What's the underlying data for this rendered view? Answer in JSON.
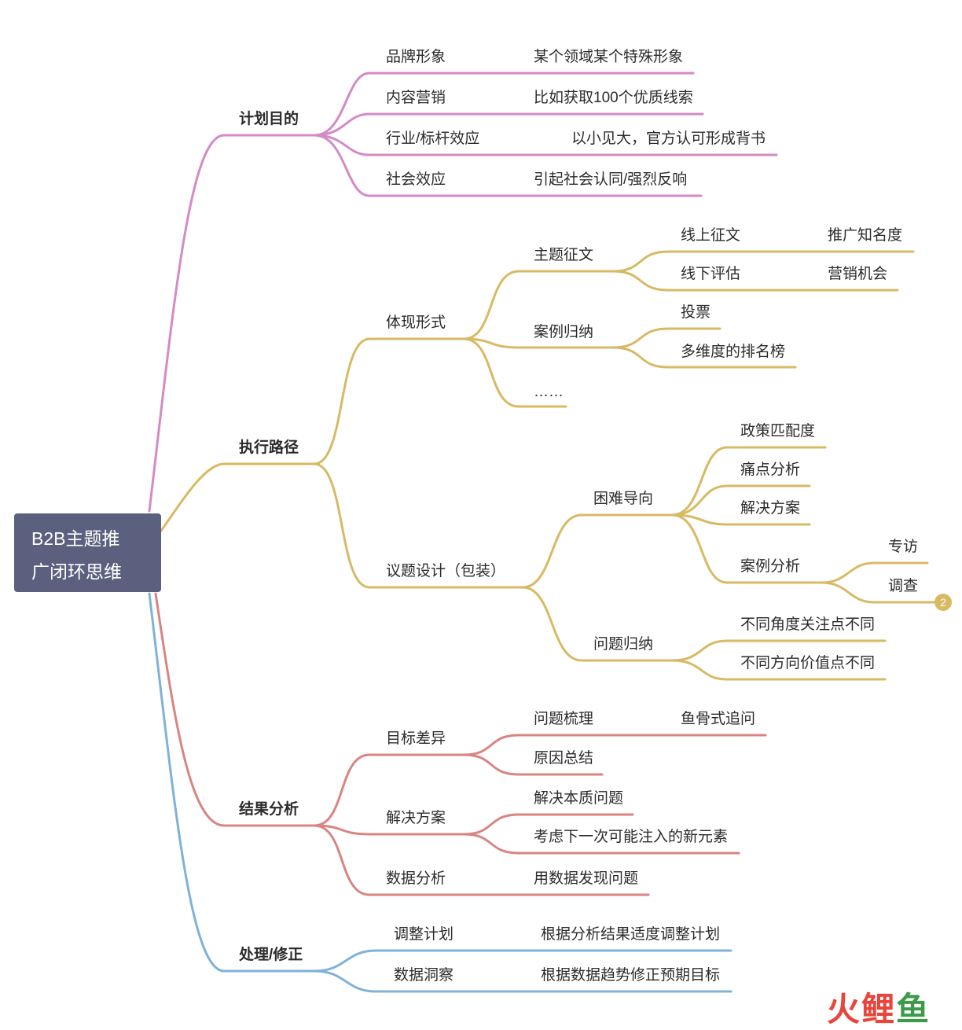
{
  "root": {
    "line1": "B2B主题推",
    "line2": "广闭环思维"
  },
  "colors": {
    "pink": "#d48ac6",
    "gold": "#d8b964",
    "red": "#d88582",
    "blue": "#7fb2d8",
    "root_bg": "#5b607e"
  },
  "branches": {
    "plan": {
      "label": "计划目的",
      "items": [
        {
          "label": "品牌形象",
          "detail": "某个领域某个特殊形象"
        },
        {
          "label": "内容营销",
          "detail": "比如获取100个优质线索"
        },
        {
          "label": "行业/标杆效应",
          "detail": "以小见大，官方认可形成背书"
        },
        {
          "label": "社会效应",
          "detail": "引起社会认同/强烈反响"
        }
      ]
    },
    "execute": {
      "label": "执行路径",
      "form": {
        "label": "体现形式",
        "topic": {
          "label": "主题征文",
          "online": "线上征文",
          "online_detail": "推广知名度",
          "offline": "线下评估",
          "offline_detail": "营销机会"
        },
        "case": {
          "label": "案例归纳",
          "vote": "投票",
          "rank": "多维度的排名榜"
        },
        "more": "……"
      },
      "design": {
        "label": "议题设计（包装）",
        "difficulty": {
          "label": "困难导向",
          "policy": "政策匹配度",
          "pain": "痛点分析",
          "solution": "解决方案",
          "case": {
            "label": "案例分析",
            "interview": "专访",
            "survey": "调查",
            "badge": "2"
          }
        },
        "summary": {
          "label": "问题归纳",
          "angle": "不同角度关注点不同",
          "direction": "不同方向价值点不同"
        }
      }
    },
    "result": {
      "label": "结果分析",
      "gap": {
        "label": "目标差异",
        "sort": "问题梳理",
        "sort_detail": "鱼骨式追问",
        "cause": "原因总结"
      },
      "solve": {
        "label": "解决方案",
        "essence": "解决本质问题",
        "next": "考虑下一次可能注入的新元素"
      },
      "data": {
        "label": "数据分析",
        "detail": "用数据发现问题"
      }
    },
    "fix": {
      "label": "处理/修正",
      "adjust": {
        "label": "调整计划",
        "detail": "根据分析结果适度调整计划"
      },
      "insight": {
        "label": "数据洞察",
        "detail": "根据数据趋势修正预期目标"
      }
    }
  },
  "watermark": {
    "a": "火",
    "b": "鲤",
    "c": "鱼"
  }
}
